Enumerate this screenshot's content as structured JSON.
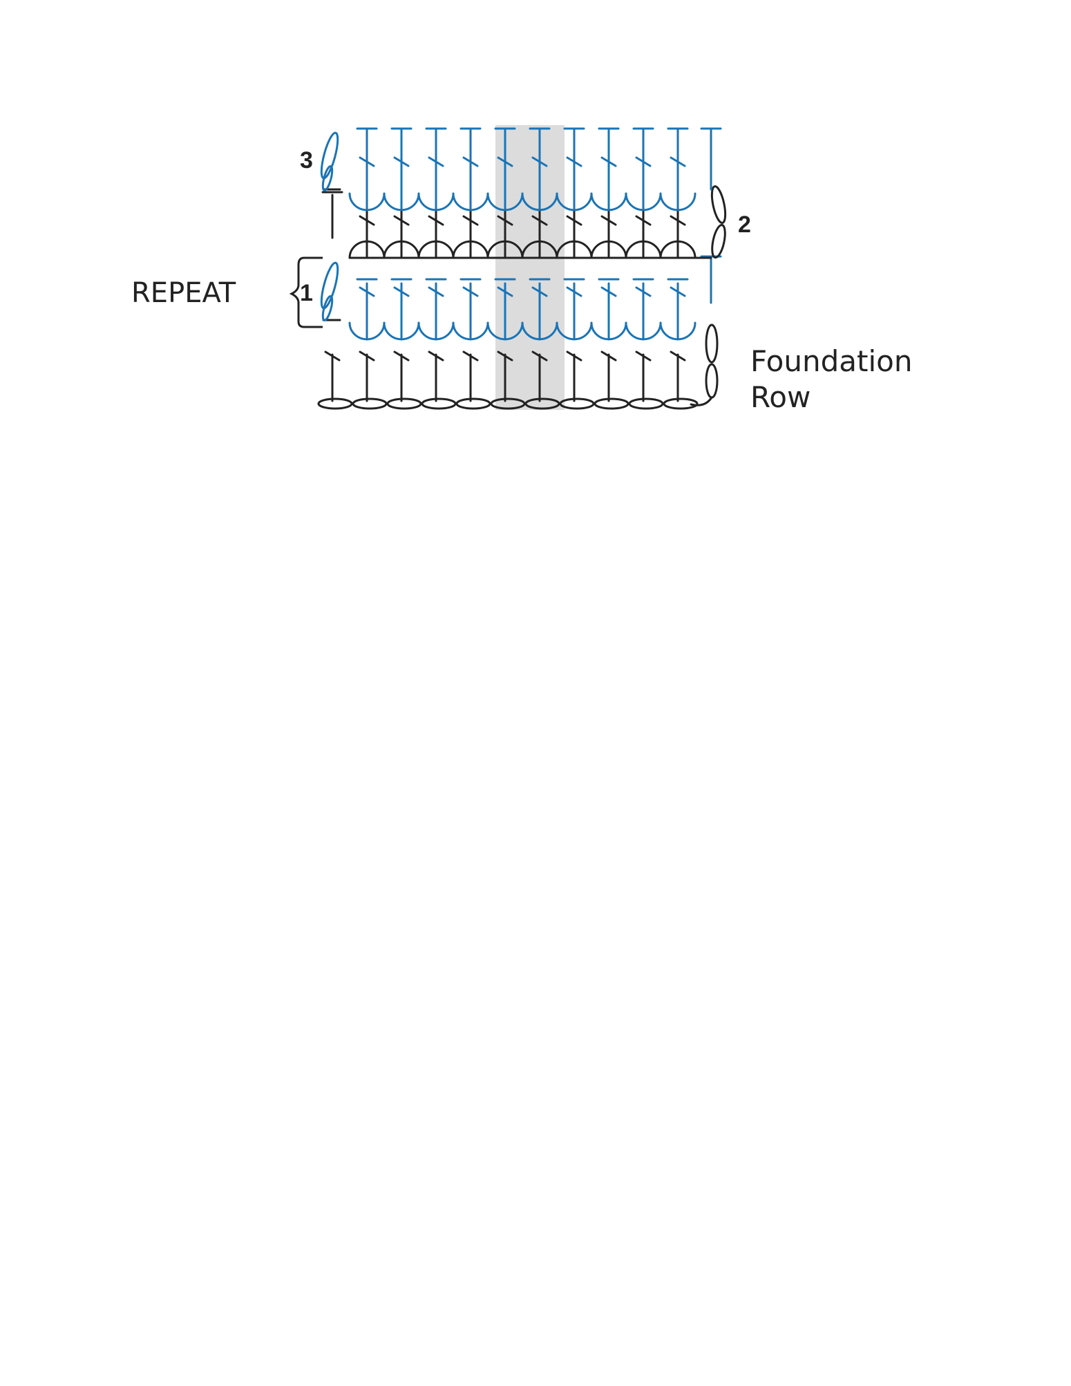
{
  "diagram": {
    "labels": {
      "repeat": "REPEAT",
      "foundation_line1": "Foundation",
      "foundation_line2": "Row",
      "row1": "1",
      "row2": "2",
      "row3": "3"
    },
    "colors": {
      "blue": "#1a74b6",
      "black": "#222222",
      "highlight": "#dcdcdc"
    },
    "foundation_chain_count": 11,
    "stitch_columns": 11,
    "rows": [
      {
        "name": "foundation",
        "stitch": "dc",
        "color": "black"
      },
      {
        "name": "1",
        "stitch": "dc",
        "color": "blue"
      },
      {
        "name": "2",
        "stitch": "dc",
        "color": "black"
      },
      {
        "name": "3",
        "stitch": "dc",
        "color": "blue"
      }
    ]
  }
}
